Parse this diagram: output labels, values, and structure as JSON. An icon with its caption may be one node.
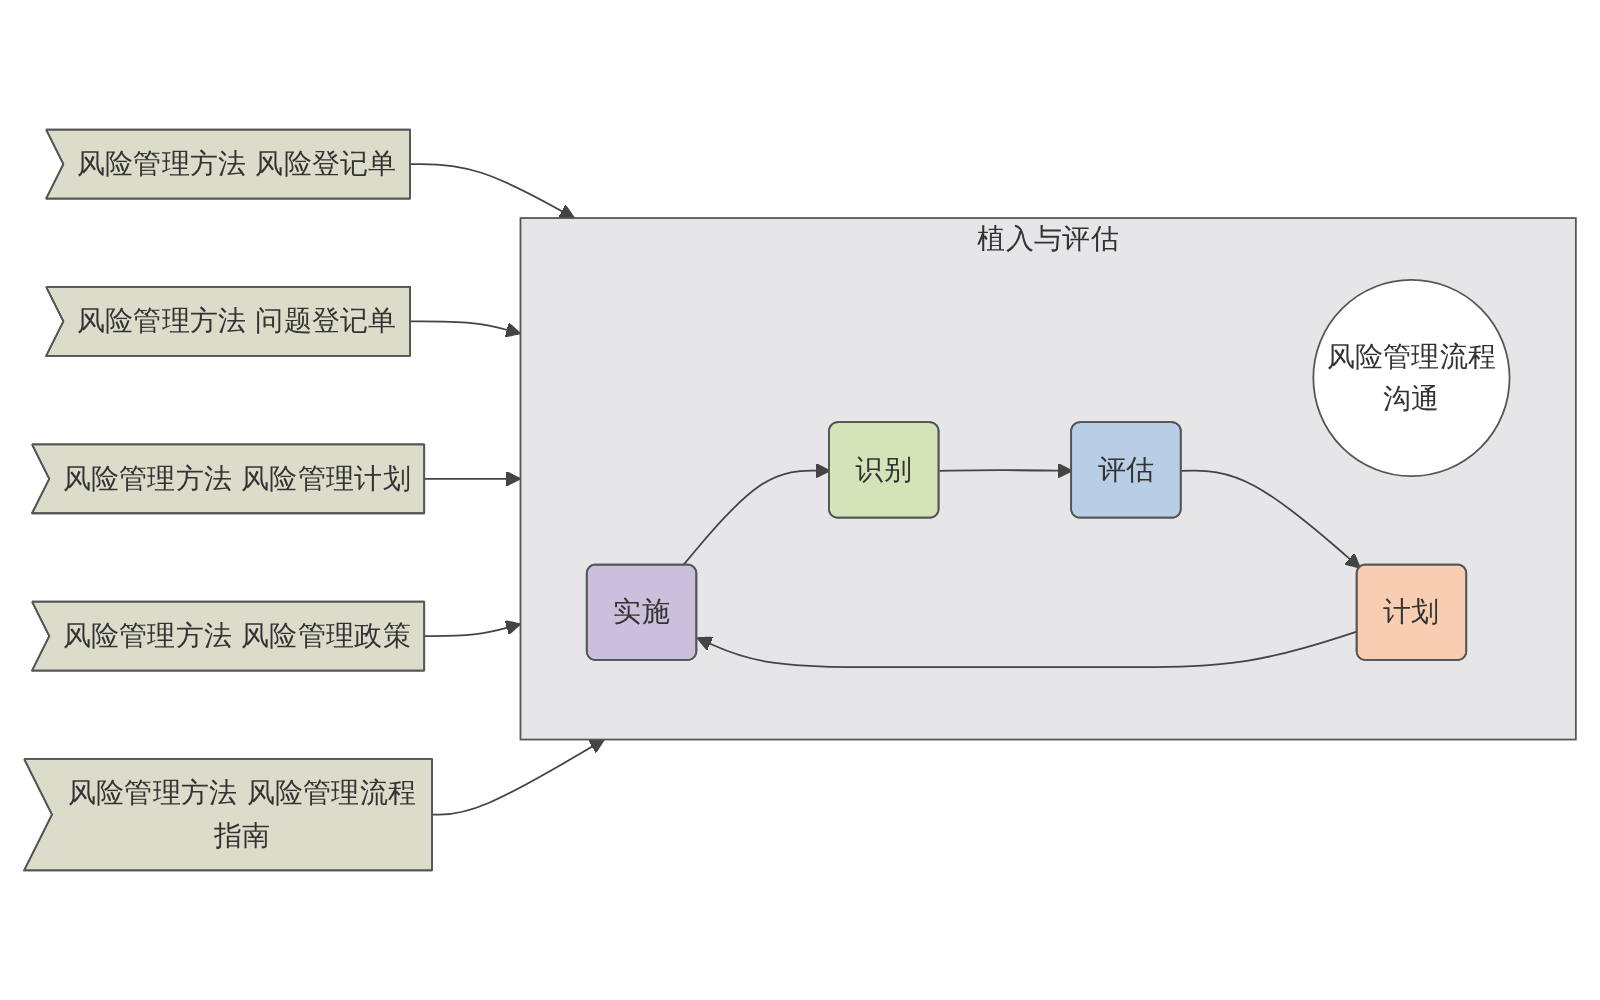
{
  "diagram": {
    "nodes": [
      {
        "text": [
          "植入与评估"
        ]
      },
      {
        "text": [
          "风险管理流程",
          "沟通"
        ],
        "in": 0
      },
      {
        "text": [
          "实施"
        ],
        "in": 0
      },
      {
        "text": [
          "识别"
        ],
        "in": 0
      },
      {
        "text": [
          "评估"
        ],
        "in": 0
      },
      {
        "text": [
          "计划"
        ],
        "in": 0
      },
      {
        "text": [
          "风险管理方法 风险登记单"
        ]
      },
      {
        "text": [
          "风险管理方法 问题登记单"
        ]
      },
      {
        "text": [
          "风险管理方法 风险管理计划"
        ]
      },
      {
        "text": [
          "风险管理方法 风险管理政策"
        ]
      },
      {
        "text": [
          "风险管理方法 风险管理流程指南"
        ]
      }
    ],
    "edges": [
      {
        "from": 2,
        "to": 3,
        "arrow": "to"
      },
      {
        "from": 3,
        "to": 4,
        "arrow": "to"
      },
      {
        "from": 4,
        "to": 5,
        "arrow": "to"
      },
      {
        "from": 5,
        "to": 2,
        "arrow": "to"
      },
      {
        "from": 6,
        "to": 0,
        "arrow": "to"
      },
      {
        "from": 7,
        "to": 0,
        "arrow": "to"
      },
      {
        "from": 8,
        "to": 0,
        "arrow": "to"
      },
      {
        "from": 9,
        "to": 0,
        "arrow": "to"
      },
      {
        "from": 10,
        "to": 0,
        "arrow": "to"
      }
    ]
  }
}
